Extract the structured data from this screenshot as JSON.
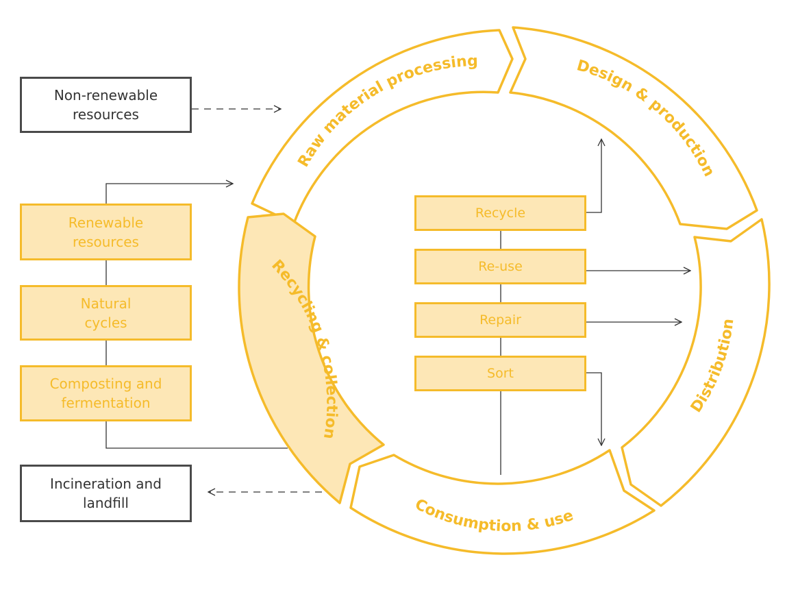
{
  "colors": {
    "accent": "#f5bb2a",
    "fill": "#fde7b6",
    "dark": "#4a4a4a",
    "line": "#333333"
  },
  "ring": {
    "raw_material": "Raw material processing",
    "design": "Design & production",
    "distribution": "Distribution",
    "consumption": "Consumption & use",
    "recycling": "Recycling & collection"
  },
  "left": {
    "non_renewable": "Non-renewable\nresources",
    "renewable": "Renewable\nresources",
    "natural": "Natural\ncycles",
    "composting": "Composting and\nfermentation",
    "incineration": "Incineration and\nlandfill"
  },
  "steps": {
    "recycle": "Recycle",
    "reuse": "Re-use",
    "repair": "Repair",
    "sort": "Sort"
  }
}
